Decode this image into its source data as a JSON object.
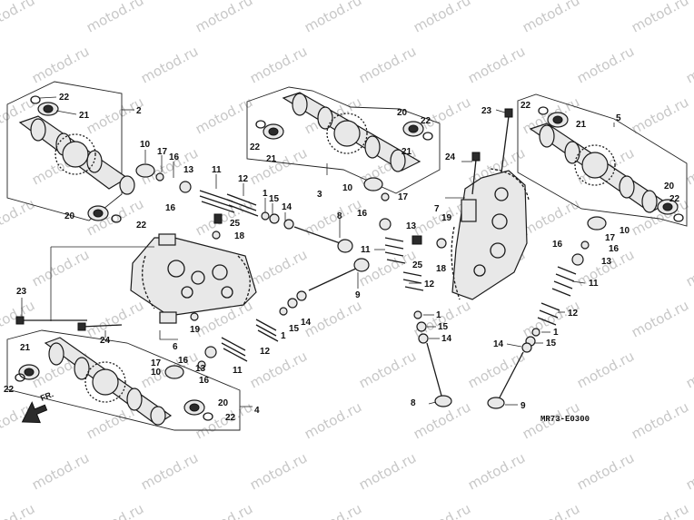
{
  "watermark": {
    "text": "motod.ru"
  },
  "diagram": {
    "code": "MR73-E0300",
    "direction_label": "FR.",
    "labels": [
      {
        "id": "l-22a",
        "text": "22"
      },
      {
        "id": "l-21a",
        "text": "21"
      },
      {
        "id": "l-2",
        "text": "2"
      },
      {
        "id": "l-10a",
        "text": "10"
      },
      {
        "id": "l-17a",
        "text": "17"
      },
      {
        "id": "l-16a",
        "text": "16"
      },
      {
        "id": "l-13a",
        "text": "13"
      },
      {
        "id": "l-16b",
        "text": "16"
      },
      {
        "id": "l-20a",
        "text": "20"
      },
      {
        "id": "l-22b",
        "text": "22"
      },
      {
        "id": "l-11a",
        "text": "11"
      },
      {
        "id": "l-12a",
        "text": "12"
      },
      {
        "id": "l-1a",
        "text": "1"
      },
      {
        "id": "l-15a",
        "text": "15"
      },
      {
        "id": "l-14a",
        "text": "14"
      },
      {
        "id": "l-25a",
        "text": "25"
      },
      {
        "id": "l-18a",
        "text": "18"
      },
      {
        "id": "l-23a",
        "text": "23"
      },
      {
        "id": "l-24a",
        "text": "24"
      },
      {
        "id": "l-19a",
        "text": "19"
      },
      {
        "id": "l-6",
        "text": "6"
      },
      {
        "id": "l-21b",
        "text": "21"
      },
      {
        "id": "l-22c",
        "text": "22"
      },
      {
        "id": "l-17b",
        "text": "17"
      },
      {
        "id": "l-10b",
        "text": "10"
      },
      {
        "id": "l-16c",
        "text": "16"
      },
      {
        "id": "l-13b",
        "text": "13"
      },
      {
        "id": "l-11b",
        "text": "11"
      },
      {
        "id": "l-12b",
        "text": "12"
      },
      {
        "id": "l-1b",
        "text": "1"
      },
      {
        "id": "l-15b",
        "text": "15"
      },
      {
        "id": "l-14b",
        "text": "14"
      },
      {
        "id": "l-20b",
        "text": "20"
      },
      {
        "id": "l-22d",
        "text": "22"
      },
      {
        "id": "l-4",
        "text": "4"
      },
      {
        "id": "l-8a",
        "text": "8"
      },
      {
        "id": "l-9a",
        "text": "9"
      },
      {
        "id": "l-22e",
        "text": "22"
      },
      {
        "id": "l-21c",
        "text": "21"
      },
      {
        "id": "l-20c",
        "text": "20"
      },
      {
        "id": "l-22f",
        "text": "22"
      },
      {
        "id": "l-21d",
        "text": "21"
      },
      {
        "id": "l-3",
        "text": "3"
      },
      {
        "id": "l-10c",
        "text": "10"
      },
      {
        "id": "l-17c",
        "text": "17"
      },
      {
        "id": "l-16d",
        "text": "16"
      },
      {
        "id": "l-13c",
        "text": "13"
      },
      {
        "id": "l-11c",
        "text": "11"
      },
      {
        "id": "l-25b",
        "text": "25"
      },
      {
        "id": "l-18b",
        "text": "18"
      },
      {
        "id": "l-12c",
        "text": "12"
      },
      {
        "id": "l-1c",
        "text": "1"
      },
      {
        "id": "l-15c",
        "text": "15"
      },
      {
        "id": "l-14c",
        "text": "14"
      },
      {
        "id": "l-8b",
        "text": "8"
      },
      {
        "id": "l-23b",
        "text": "23"
      },
      {
        "id": "l-24b",
        "text": "24"
      },
      {
        "id": "l-7",
        "text": "7"
      },
      {
        "id": "l-19b",
        "text": "19"
      },
      {
        "id": "l-5",
        "text": "5"
      },
      {
        "id": "l-22g",
        "text": "22"
      },
      {
        "id": "l-21e",
        "text": "21"
      },
      {
        "id": "l-20d",
        "text": "20"
      },
      {
        "id": "l-22h",
        "text": "22"
      },
      {
        "id": "l-10d",
        "text": "10"
      },
      {
        "id": "l-16e",
        "text": "16"
      },
      {
        "id": "l-17d",
        "text": "17"
      },
      {
        "id": "l-16f",
        "text": "16"
      },
      {
        "id": "l-13d",
        "text": "13"
      },
      {
        "id": "l-11d",
        "text": "11"
      },
      {
        "id": "l-12d",
        "text": "12"
      },
      {
        "id": "l-1d",
        "text": "1"
      },
      {
        "id": "l-15d",
        "text": "15"
      },
      {
        "id": "l-14d",
        "text": "14"
      },
      {
        "id": "l-9b",
        "text": "9"
      }
    ]
  }
}
